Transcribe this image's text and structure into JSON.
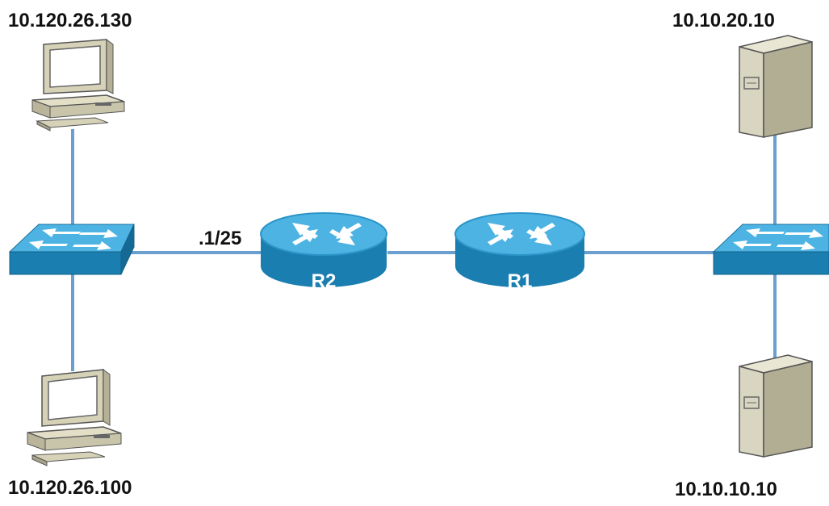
{
  "hosts": {
    "pc_top": {
      "ip": "10.120.26.130"
    },
    "pc_bottom": {
      "ip": "10.120.26.100"
    },
    "server_top": {
      "ip": "10.10.20.10"
    },
    "server_bottom": {
      "ip": "10.10.10.10"
    }
  },
  "routers": {
    "r2": {
      "label": "R2",
      "interface_label": ".1/25"
    },
    "r1": {
      "label": "R1"
    }
  },
  "colors": {
    "link": "#6b9fd0",
    "device_top": "#4cb3e3",
    "device_side": "#1a7eb0",
    "device_rim": "#2c95c8",
    "pc_body": "#d6d2b8",
    "server_body": "#d8d6c0"
  }
}
